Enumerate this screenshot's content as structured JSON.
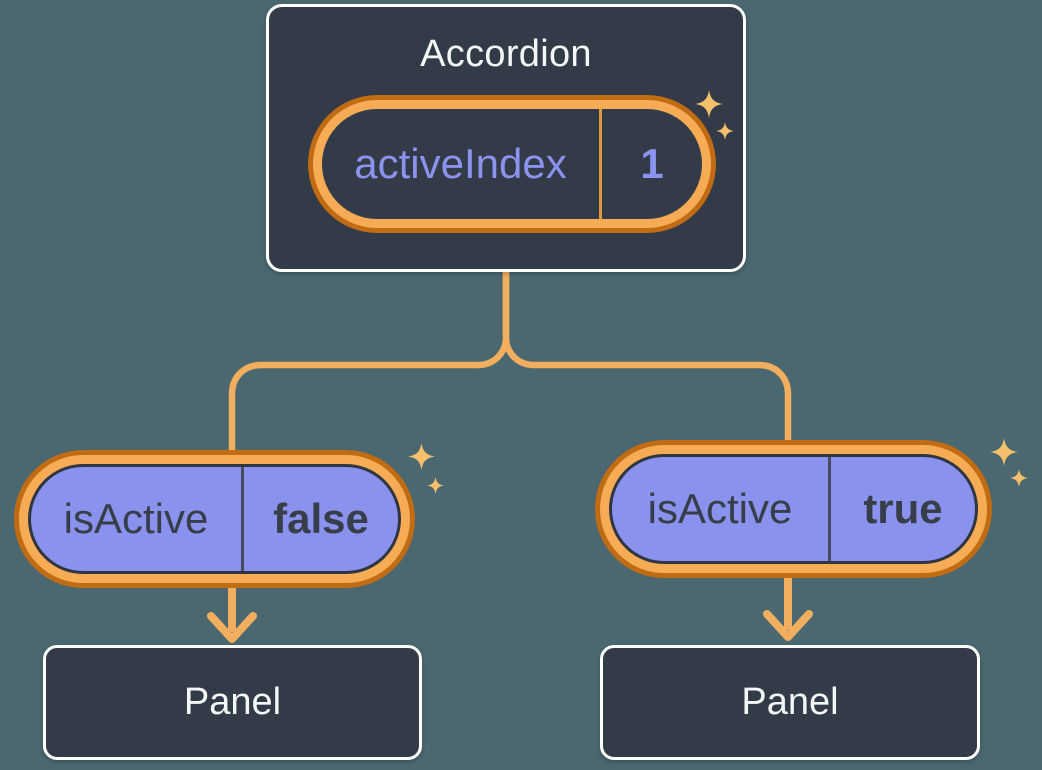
{
  "colors": {
    "bg": "#4B6770",
    "card": "#343B48",
    "card-border": "#FFFFFF",
    "title-text": "#F4F6F8",
    "purple": "#8A92ED",
    "purple-text": "#8B93EE",
    "pill-dark-text": "#383E49",
    "orange-ring": "#F5AC55",
    "orange-ring-dark": "#C16C12",
    "connector": "#F1AE5F",
    "sparkle": "#F5C06C",
    "divider-orange": "#DD9840",
    "divider-dark": "#474C63",
    "pill-outline": "#303542"
  },
  "accordion": {
    "title": "Accordion",
    "state": {
      "name": "activeIndex",
      "value": "1"
    }
  },
  "children": [
    {
      "prop": "isActive",
      "value": "false",
      "panel": "Panel"
    },
    {
      "prop": "isActive",
      "value": "true",
      "panel": "Panel"
    }
  ]
}
